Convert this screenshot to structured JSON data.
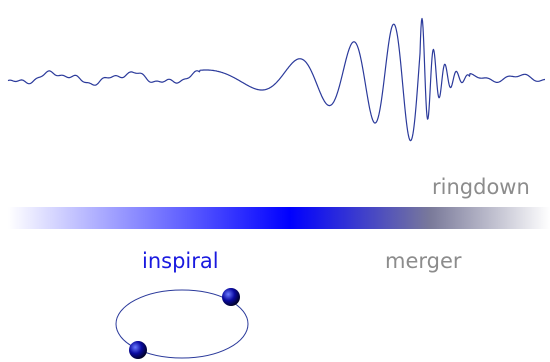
{
  "labels": {
    "ringdown": "ringdown",
    "inspiral": "inspiral",
    "merger": "merger"
  },
  "colors": {
    "waveform": "#2b3a9b",
    "inspiral_text": "#1a1adf",
    "merger_text": "#8c8c8c",
    "ringdown_text": "#8c8c8c",
    "bar_start": "#ffffff",
    "bar_mid": "#0000ff",
    "bar_end": "#808080",
    "orbit": "#2b3a9b",
    "body": "#0a0aa0"
  },
  "icons": {
    "orbit": "binary-orbit-icon"
  }
}
